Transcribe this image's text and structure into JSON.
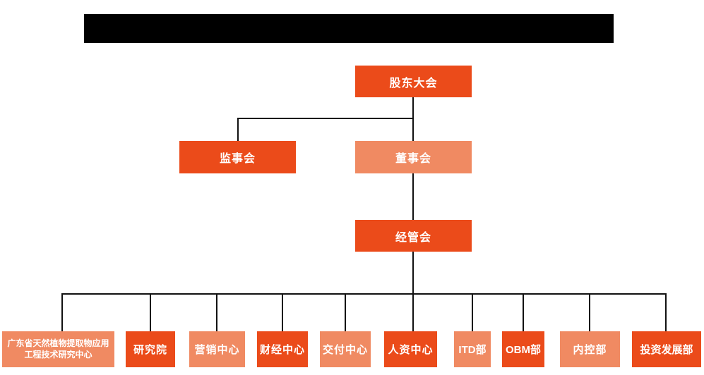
{
  "colors": {
    "primary": "#EB4B1A",
    "secondary": "#F08A62",
    "connector": "#111111",
    "redaction": "#000000"
  },
  "header": {
    "redacted_title_bar": "black-redacted-block-no-visible-text"
  },
  "org_chart": {
    "type": "organization-hierarchy",
    "root": {
      "label": "股东大会",
      "variant": "primary"
    },
    "level2": [
      {
        "label": "监事会",
        "variant": "primary"
      },
      {
        "label": "董事会",
        "variant": "secondary"
      }
    ],
    "level3": {
      "label": "经管会",
      "variant": "primary"
    },
    "departments": [
      {
        "label": "广东省天然植物提取物应用工程技术研究中心",
        "variant": "secondary"
      },
      {
        "label": "研究院",
        "variant": "primary"
      },
      {
        "label": "营销中心",
        "variant": "secondary"
      },
      {
        "label": "财经中心",
        "variant": "primary"
      },
      {
        "label": "交付中心",
        "variant": "secondary"
      },
      {
        "label": "人资中心",
        "variant": "primary"
      },
      {
        "label": "ITD部",
        "variant": "secondary"
      },
      {
        "label": "OBM部",
        "variant": "primary"
      },
      {
        "label": "内控部",
        "variant": "secondary"
      },
      {
        "label": "投资发展部",
        "variant": "primary"
      }
    ],
    "edges": [
      "股东大会 -> 监事会",
      "股东大会 -> 董事会",
      "董事会 -> 经管会",
      "经管会 -> 全部部门(10)"
    ]
  }
}
